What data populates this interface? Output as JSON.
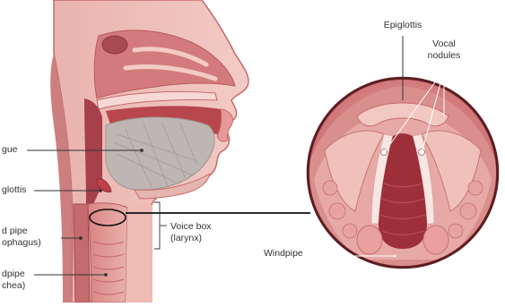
{
  "labels": {
    "epiglottis_inset": "Epiglottis",
    "vocal_nodules_line1": "Vocal",
    "vocal_nodules_line2": "nodules",
    "tongue": "gue",
    "epiglottis_side": "glottis",
    "food_pipe_line1": "d pipe",
    "food_pipe_line2": "ophagus)",
    "voice_box_line1": "Voice box",
    "voice_box_line2": "(larynx)",
    "windpipe_inset": "Windpipe",
    "windpipe_side_line1": "dpipe",
    "windpipe_side_line2": "chea)"
  },
  "colors": {
    "tissue_pink": "#e8a7a3",
    "tissue_dark": "#c5575a",
    "tissue_light": "#f6d2cd",
    "airway": "#a23a3f",
    "bone_grey": "#cfc8c6",
    "tongue_grey": "#b9b3b0",
    "line": "#222222"
  }
}
